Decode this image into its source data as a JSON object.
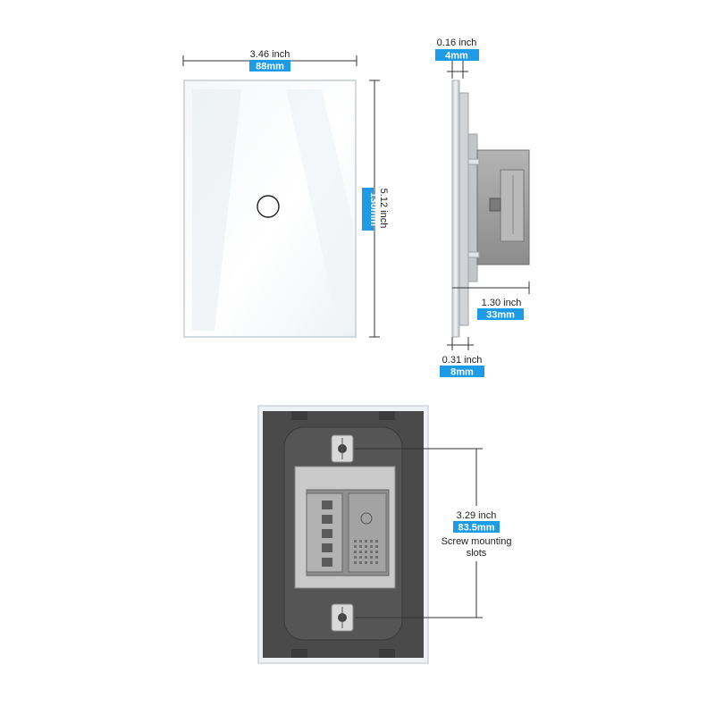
{
  "colors": {
    "badge": "#1e9be6",
    "dimension_line": "#333333",
    "panel_face": "#ffffff",
    "panel_edge": "#d9dde0",
    "frame_dark": "#4a4a4a",
    "module_gray": "#9a9a9a",
    "touch_ring": "#222222"
  },
  "front_view": {
    "width_inch": "3.46 inch",
    "width_mm": "88mm",
    "height_inch": "5.12 inch",
    "height_mm": "130mm",
    "touch_button_icon": "circle-touch-button-icon"
  },
  "side_view": {
    "glass_thickness_inch": "0.16 inch",
    "glass_thickness_mm": "4mm",
    "module_depth_inch": "1.30 inch",
    "module_depth_mm": "33mm",
    "panel_depth_inch": "0.31 inch",
    "panel_depth_mm": "8mm"
  },
  "back_view": {
    "screw_spacing_inch": "3.29 inch",
    "screw_spacing_mm": "83.5mm",
    "screw_note_line1": "Screw mounting",
    "screw_note_line2": "slots"
  }
}
